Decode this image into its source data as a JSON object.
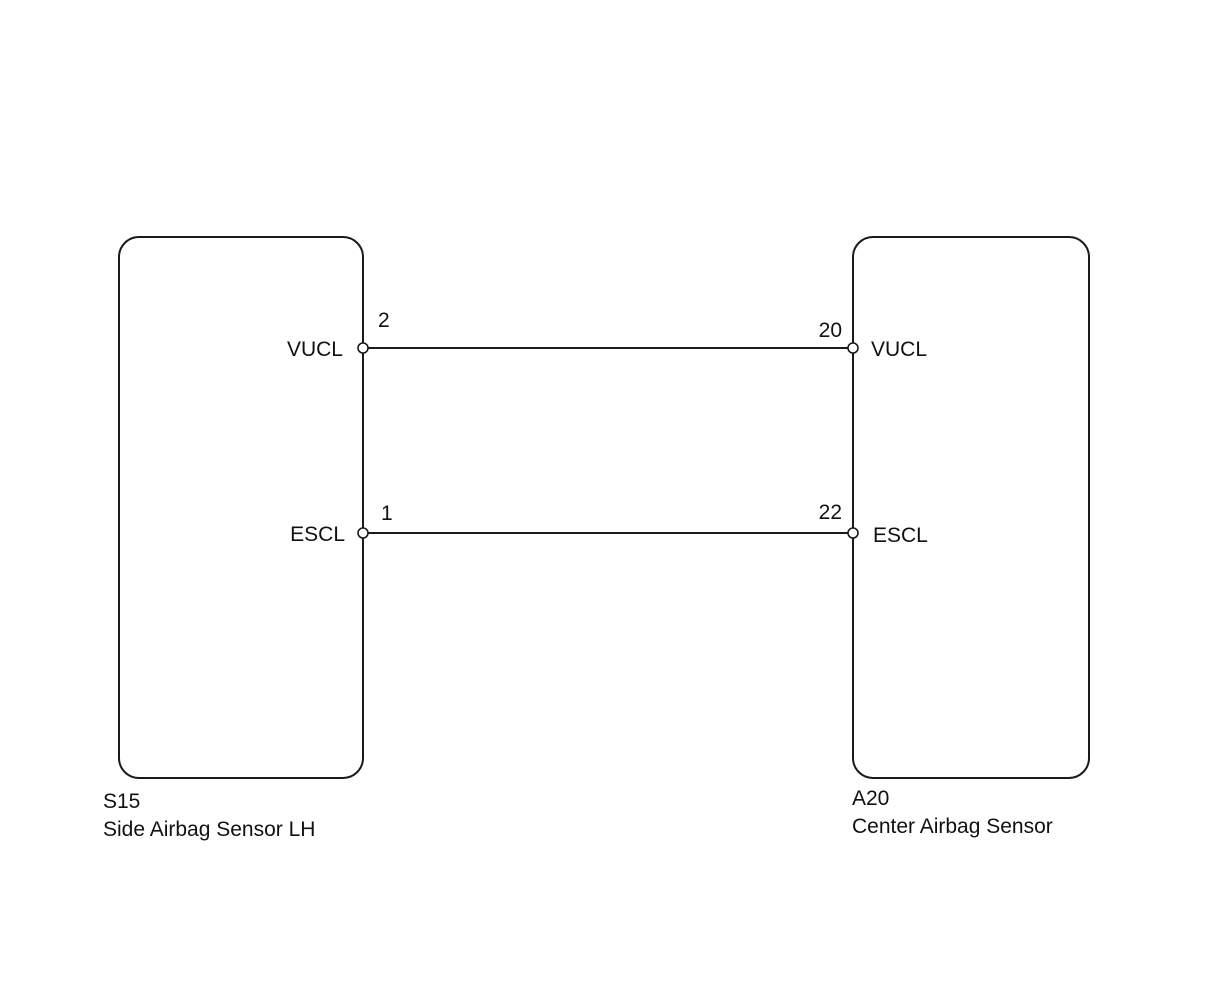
{
  "components": {
    "left": {
      "code": "S15",
      "name": "Side Airbag Sensor LH",
      "pins": [
        {
          "signal": "VUCL",
          "number": "2"
        },
        {
          "signal": "ESCL",
          "number": "1"
        }
      ]
    },
    "right": {
      "code": "A20",
      "name": "Center Airbag Sensor",
      "pins": [
        {
          "signal": "VUCL",
          "number": "20"
        },
        {
          "signal": "ESCL",
          "number": "22"
        }
      ]
    }
  },
  "colors": {
    "line": "#1a1a1a",
    "background": "#ffffff"
  }
}
